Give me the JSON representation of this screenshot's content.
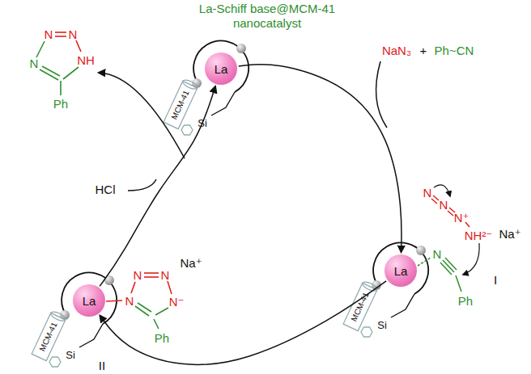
{
  "diagram": {
    "title": "La-Schiff base@MCM-41 nanocatalyst",
    "nodes": [
      {
        "text": [
          "La"
        ]
      },
      {
        "text": [
          "La"
        ]
      },
      {
        "text": [
          "La"
        ]
      }
    ],
    "edges": [
      {
        "from": 0,
        "to": 1,
        "arrow": "to"
      },
      {
        "from": 1,
        "to": 2,
        "arrow": "to"
      },
      {
        "from": 2,
        "to": 0,
        "arrow": "to"
      }
    ],
    "labels": [
      "NaN₃",
      "+",
      "Ph~CN",
      "HCl",
      "I",
      "II",
      "MCM-41",
      "Si",
      "MCM-41",
      "Si",
      "N",
      "Ph",
      "N",
      "N",
      "N⁺",
      "NH²⁻",
      "Na⁺",
      "MCM-41",
      "Si",
      "N",
      "N",
      "N",
      "N⁻",
      "Na⁺",
      "Ph",
      "N",
      "N",
      "NH",
      "N",
      "Ph"
    ]
  }
}
